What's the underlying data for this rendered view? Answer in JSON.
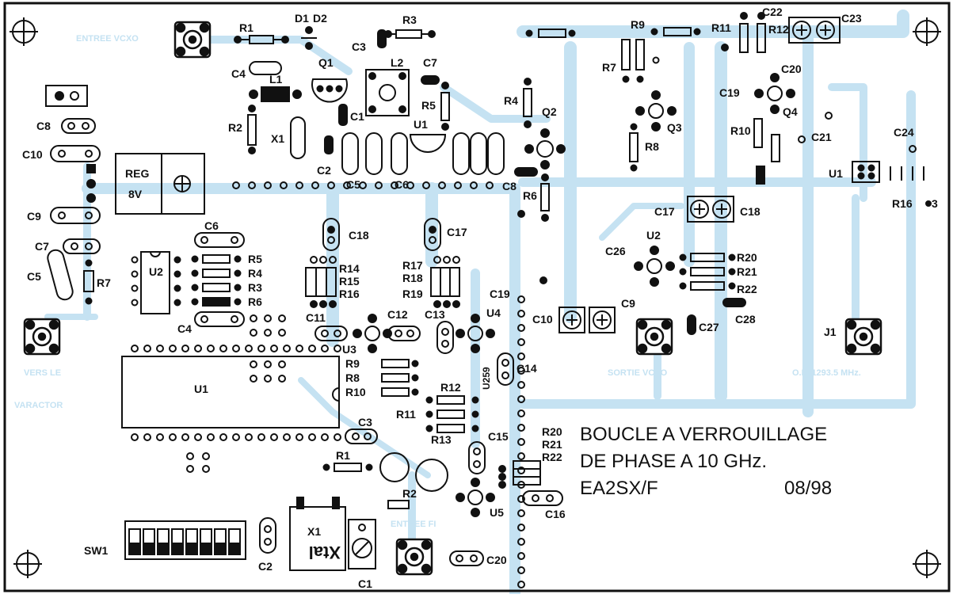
{
  "title": {
    "line1": "BOUCLE A VERROUILLAGE",
    "line2": "DE PHASE A 10 GHz.",
    "author": "EA2SX/F",
    "date": "08/98"
  },
  "copper_labels": {
    "entree_vcxo": "ENTREE VCXO",
    "vers_le": "VERS LE",
    "varactor": "VARACTOR",
    "sortie_vcxo": "SORTIE VCXO",
    "ol": "O.L. 1293.5 MHz.",
    "entree_fi": "ENTREE FI"
  },
  "reg": {
    "line1": "REG",
    "line2": "8V"
  },
  "crystal_text": "Xtal",
  "colors": {
    "trace": "#c5e2f2",
    "ink": "#111111",
    "background": "#ffffff"
  },
  "labels": {
    "R1_top": "R1",
    "D1": "D1",
    "D2": "D2",
    "R3_top": "R3",
    "C3_top": "C3",
    "C4_top": "C4",
    "Q1": "Q1",
    "L1": "L1",
    "L2": "L2",
    "C7_top": "C7",
    "C1_top": "C1",
    "R5_top": "R5",
    "R4_top": "R4",
    "Q2": "Q2",
    "R2_top": "R2",
    "X1_top": "X1",
    "U1_top": "U1",
    "C2_top": "C2",
    "C5_mid": "C5",
    "C6_mid": "C6",
    "C8_mid": "C8",
    "R6_mid": "R6",
    "C8_left": "C8",
    "C10_left": "C10",
    "C9_left": "C9",
    "C7_left": "C7",
    "C5_left": "C5",
    "R7_left": "R7",
    "C6_left": "C6",
    "U2_left": "U2",
    "R5_left": "R5",
    "R4_left": "R4",
    "R3_left": "R3",
    "R6_left": "R6",
    "C4_left": "C4",
    "C18_mid": "C18",
    "C17_mid": "C17",
    "R14": "R14",
    "R15": "R15",
    "R16": "R16",
    "R17": "R17",
    "R18": "R18",
    "R19": "R19",
    "C11": "C11",
    "C12": "C12",
    "C13": "C13",
    "C19_mid": "C19",
    "U4": "U4",
    "U3": "U3",
    "R9_b": "R9",
    "R8_b": "R8",
    "R10_b": "R10",
    "U259": "U259",
    "C14": "C14",
    "R12_b": "R12",
    "R11_b": "R11",
    "R13_b": "R13",
    "C15": "C15",
    "C3_b": "C3",
    "R1_b": "R1",
    "R2_b": "R2",
    "U5": "U5",
    "C16": "C16",
    "R20_b": "R20",
    "R21_b": "R21",
    "R22_b": "R22",
    "U1_big": "U1",
    "SW1": "SW1",
    "X1_b": "X1",
    "C1_b": "C1",
    "C2_b": "C2",
    "C20_b": "C20",
    "R9_r": "R9",
    "R7_r": "R7",
    "R8_r": "R8",
    "Q3": "Q3",
    "R11_r": "R11",
    "C22": "C22",
    "R12_r": "R12",
    "C23": "C23",
    "C20_r": "C20",
    "C19_r": "C19",
    "Q4": "Q4",
    "R10_r": "R10",
    "C21": "C21",
    "C24": "C24",
    "U1_r": "U1",
    "R16_r": "R16",
    "three": "3",
    "C17_r": "C17",
    "C18_r": "C18",
    "U2_r": "U2",
    "C26": "C26",
    "R20_r": "R20",
    "R21_r": "R21",
    "R22_r": "R22",
    "C10_r": "C10",
    "C9_r": "C9",
    "C27": "C27",
    "C28": "C28",
    "J1": "J1"
  }
}
